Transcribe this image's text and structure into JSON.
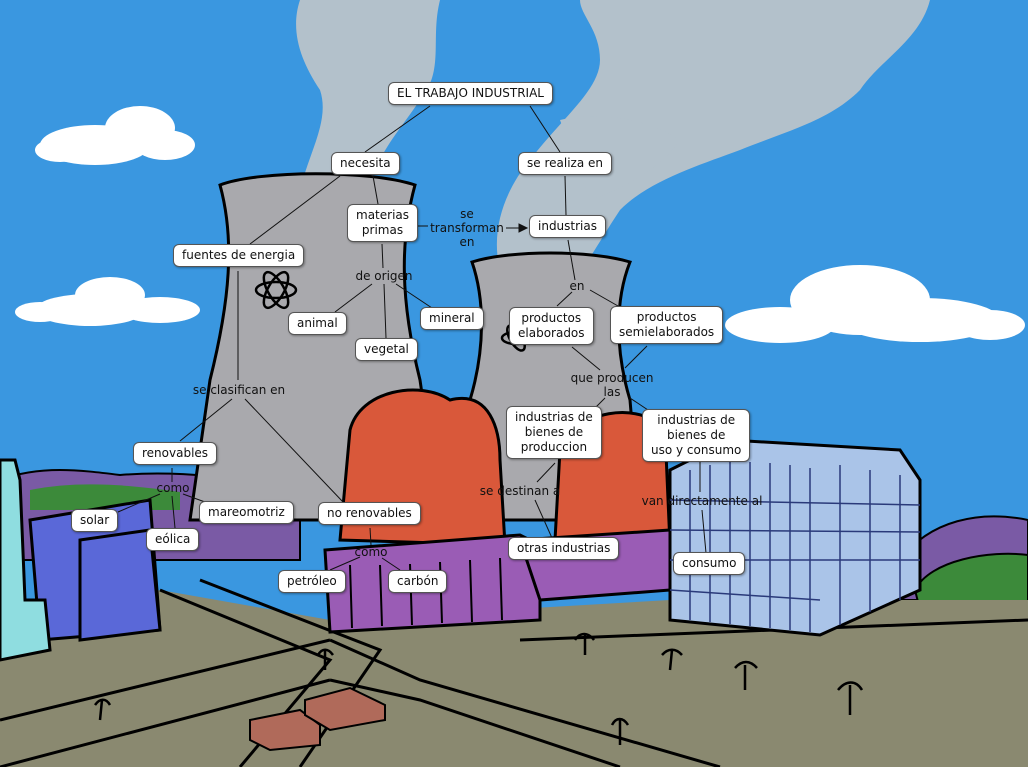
{
  "concept_map": {
    "nodes": {
      "trabajo": "EL TRABAJO INDUSTRIAL",
      "necesita": "necesita",
      "realiza": "se realiza en",
      "materias": "materias\nprimas",
      "industrias": "industrias",
      "fuentes": "fuentes de energia",
      "animal": "animal",
      "vegetal": "vegetal",
      "mineral": "mineral",
      "elaborados": "productos\nelaborados",
      "semielaborados": "productos\nsemielaborados",
      "bienes_prod": "industrias de\nbienes de\nproduccion",
      "bienes_uso": "industrias de\nbienes de\nuso y consumo",
      "renovables": "renovables",
      "no_renovables": "no renovables",
      "solar": "solar",
      "eolica": "eólica",
      "mareomotriz": "mareomotriz",
      "petroleo": "petróleo",
      "carbon": "carbón",
      "otras": "otras industrias",
      "consumo": "consumo"
    },
    "linking_phrases": {
      "se_transforman": "se\ntransforman\nen",
      "de_origen": "de origen",
      "en": "en",
      "que_producen": "que producen\nlas",
      "se_clasifican": "se clasifican en",
      "como1": "como",
      "como2": "como",
      "se_destinan": "se destinan a",
      "van_directamente": "van directamente al"
    }
  },
  "colors": {
    "sky": "#3a97e0",
    "tower": "#a9a9ad",
    "dome": "#d9583a",
    "building_purple": "#9a5cb5",
    "office_blue": "#aac4e8",
    "ground": "#8a8970",
    "smoke": "#b3c1cb",
    "hill": "#7a5aa5",
    "tree": "#3c8a3a"
  }
}
